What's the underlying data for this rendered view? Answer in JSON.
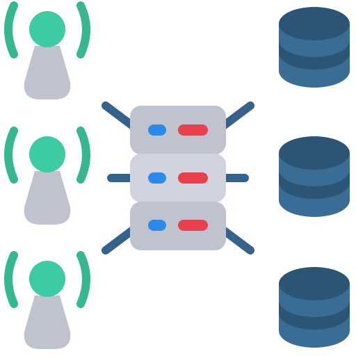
{
  "illustration": {
    "antennas": [
      {
        "name": "signal-tower-1"
      },
      {
        "name": "signal-tower-2"
      },
      {
        "name": "signal-tower-3"
      }
    ],
    "server_units": [
      {
        "name": "server-unit-top",
        "led_primary": "blue",
        "led_secondary": "red"
      },
      {
        "name": "server-unit-middle",
        "led_primary": "blue",
        "led_secondary": "red"
      },
      {
        "name": "server-unit-bottom",
        "led_primary": "blue",
        "led_secondary": "red"
      }
    ],
    "databases": [
      {
        "name": "database-top"
      },
      {
        "name": "database-middle"
      },
      {
        "name": "database-bottom"
      }
    ]
  },
  "colors": {
    "signal_green": "#35b890",
    "antenna_head": "#3ccba3",
    "antenna_base": "#bfc3cf",
    "server_body": "#bfc2cf",
    "server_body_mid": "#d0d3dd",
    "server_connector": "#34628a",
    "led_blue": "#2c8ae8",
    "led_red": "#e8404c",
    "db_light": "#3a6d96",
    "db_dark": "#2b5475"
  },
  "icons": [
    "antenna-icon",
    "server-rack-icon",
    "database-icon"
  ]
}
